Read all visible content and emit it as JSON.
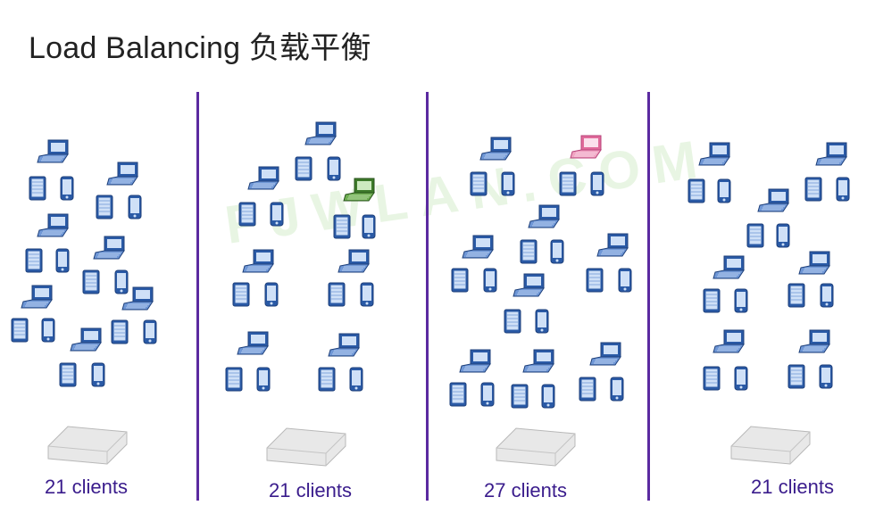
{
  "title": "Load Balancing 负载平衡",
  "watermark": "FJWLAN.COM",
  "colors": {
    "divider": "#5b2aa0",
    "label": "#3a1c8c",
    "device_blue": "#2a5aa6",
    "highlight_green": "#3d7a2a",
    "highlight_pink": "#e06a9a"
  },
  "panels": [
    {
      "label": "21 clients"
    },
    {
      "label": "21 clients"
    },
    {
      "label": "27 clients"
    },
    {
      "label": "21 clients"
    }
  ]
}
